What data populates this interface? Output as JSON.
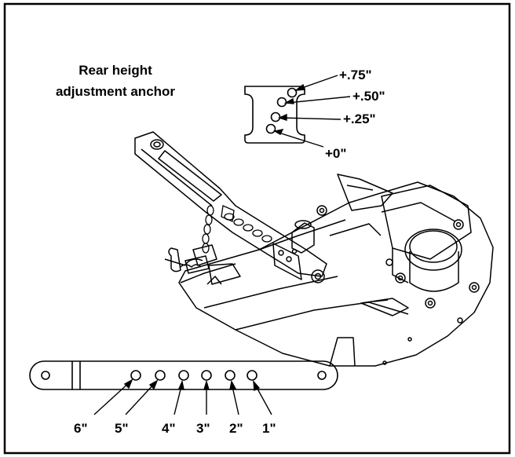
{
  "anchor_label": {
    "line1": "Rear height",
    "line2": "adjustment anchor"
  },
  "anchor_offsets": [
    "+.75\"",
    "+.50\"",
    "+.25\"",
    "+0\""
  ],
  "bar_distances": [
    "6\"",
    "5\"",
    "4\"",
    "3\"",
    "2\"",
    "1\""
  ],
  "colors": {
    "line": "#000000",
    "background": "#ffffff"
  }
}
